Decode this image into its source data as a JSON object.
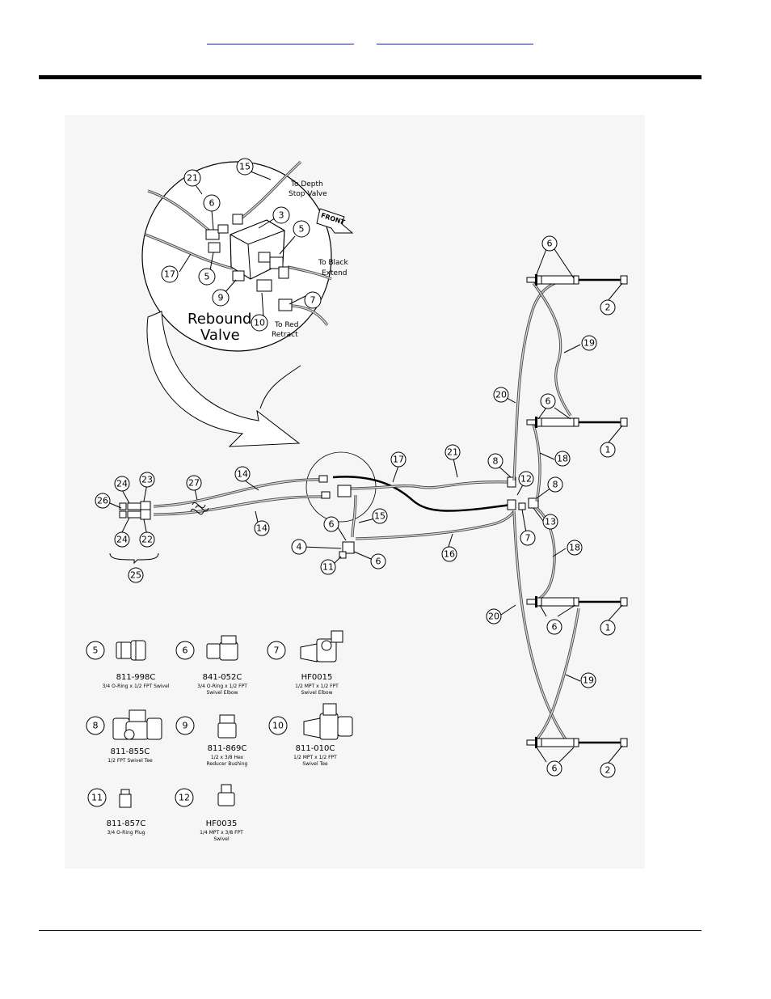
{
  "header": {
    "link_1": "",
    "link_2": ""
  },
  "diagram": {
    "inset": {
      "title_line1": "Rebound",
      "title_line2": "Valve",
      "to_depth_line1": "To Depth",
      "to_depth_line2": "Stop Valve",
      "to_black_line1": "To Black",
      "to_black_line2": "Extend",
      "to_red_line1": "To Red",
      "to_red_line2": "Retract",
      "front_label": "FRONT",
      "callouts": [
        "21",
        "15",
        "6",
        "3",
        "5",
        "17",
        "5",
        "9",
        "10",
        "7"
      ]
    },
    "callouts_main": [
      "24",
      "23",
      "26",
      "24",
      "22",
      "25",
      "27",
      "14",
      "14",
      "17",
      "21",
      "15",
      "16",
      "4",
      "6",
      "11",
      "6",
      "8",
      "12",
      "8",
      "13",
      "7",
      "6",
      "2",
      "19",
      "20",
      "6",
      "1",
      "18",
      "18",
      "20",
      "6",
      "1",
      "19",
      "6",
      "2"
    ]
  },
  "parts": [
    {
      "num": "5",
      "part_no": "811-998C",
      "desc1": "3/4 O-Ring x 1/2 FPT Swivel",
      "desc2": ""
    },
    {
      "num": "6",
      "part_no": "841-052C",
      "desc1": "3/4 O-Ring x 1/2 FPT",
      "desc2": "Swivel Elbow"
    },
    {
      "num": "7",
      "part_no": "HF0015",
      "desc1": "1/2 MPT x 1/2 FPT",
      "desc2": "Swivel Elbow"
    },
    {
      "num": "8",
      "part_no": "811-855C",
      "desc1": "1/2 FPT Swivel Tee",
      "desc2": ""
    },
    {
      "num": "9",
      "part_no": "811-869C",
      "desc1": "1/2   x 3/8 Hex",
      "desc2": "Reducer Bushing"
    },
    {
      "num": "10",
      "part_no": "811-010C",
      "desc1": "1/2 MPT x 1/2 FPT",
      "desc2": "Swivel Tee"
    },
    {
      "num": "11",
      "part_no": "811-857C",
      "desc1": "3/4 O-Ring Plug",
      "desc2": ""
    },
    {
      "num": "12",
      "part_no": "HF0035",
      "desc1": "1/4 MPT x 3/8 FPT",
      "desc2": "Swivel"
    }
  ]
}
